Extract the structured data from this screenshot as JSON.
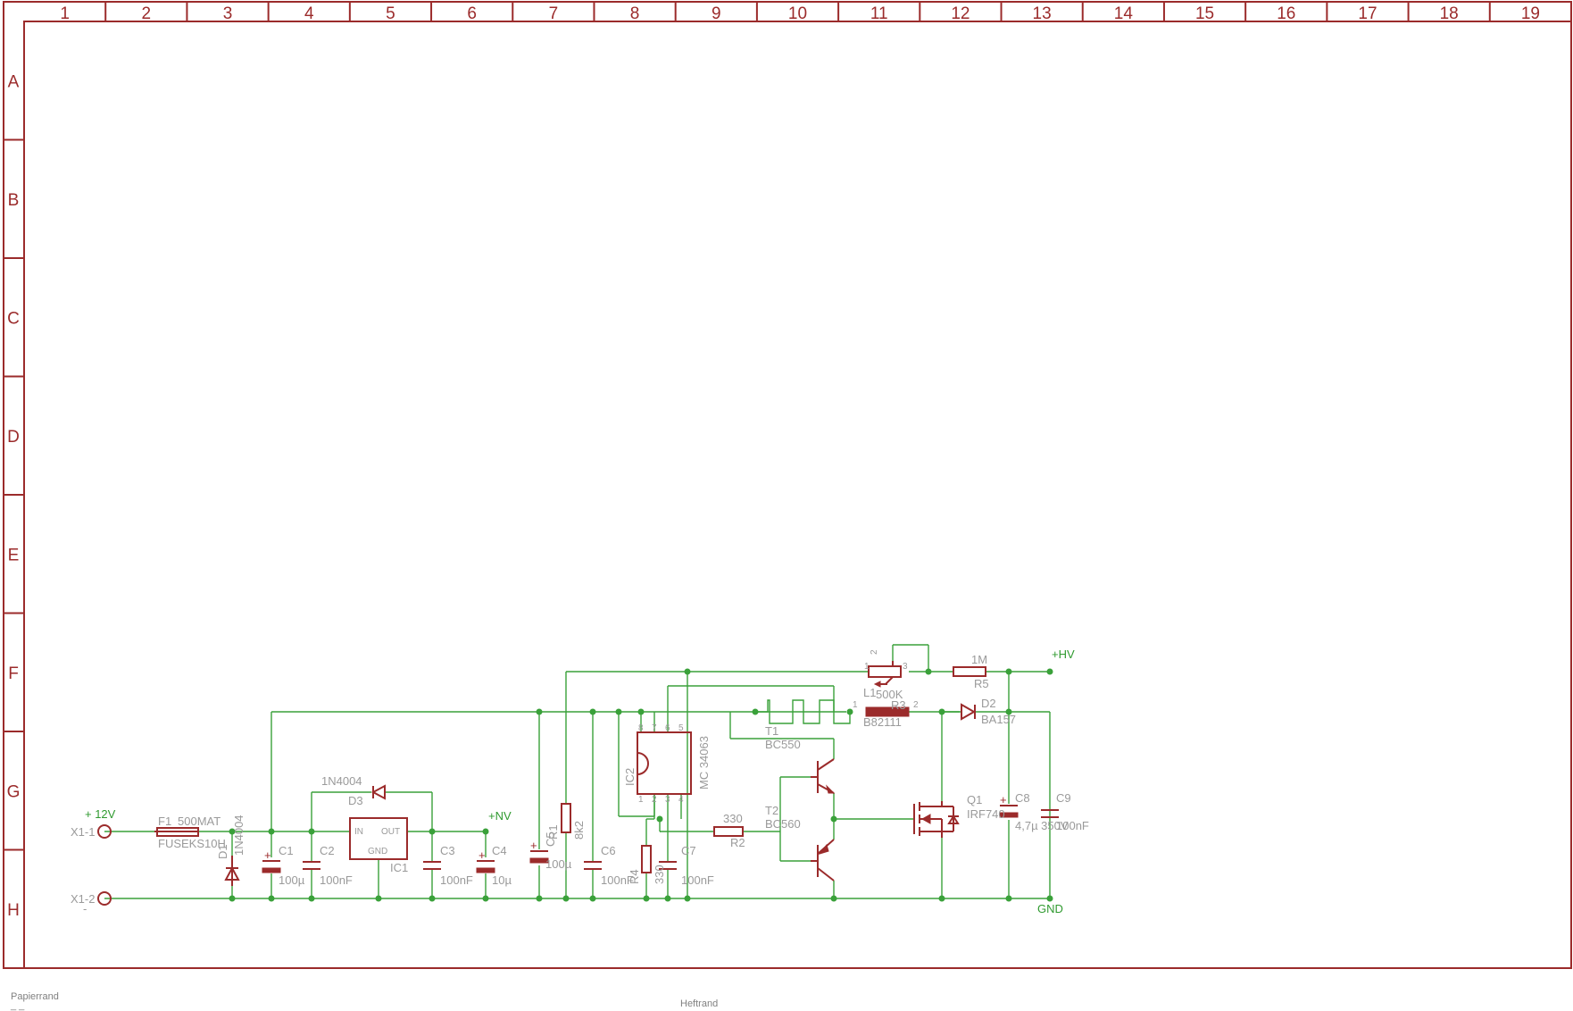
{
  "frame": {
    "columns": [
      "1",
      "2",
      "3",
      "4",
      "5",
      "6",
      "7",
      "8",
      "9",
      "10",
      "11",
      "12",
      "13",
      "14",
      "15",
      "16",
      "17",
      "18",
      "19"
    ],
    "rows": [
      "A",
      "B",
      "C",
      "D",
      "E",
      "F",
      "G",
      "H"
    ],
    "paper_edge_label": "Papierrand",
    "binding_edge_label": "Heftrand",
    "color": "#9b2b2b"
  },
  "colors": {
    "wire": "#3aa13a",
    "symbol": "#9b2b2b",
    "text": "#9a9a9a"
  },
  "nets": {
    "vin": "+ 12V",
    "nv": "+NV",
    "hv": "+HV",
    "gnd": "GND"
  },
  "connectors": {
    "x1_1": "X1-1",
    "x1_2": "X1-2",
    "x1_2_sign": "-"
  },
  "components": {
    "f1_name": "F1",
    "f1_value": "500MAT",
    "f1_package": "FUSEKS10H",
    "d1_name": "D1",
    "d1_value": "1N4004",
    "d3_name": "D3",
    "d3_value": "1N4004",
    "c1_name": "C1",
    "c1_value": "100µ",
    "c2_name": "C2",
    "c2_value": "100nF",
    "ic1_name": "IC1",
    "ic1_in": "IN",
    "ic1_out": "OUT",
    "ic1_gnd": "GND",
    "c3_name": "C3",
    "c3_value": "100nF",
    "c4_name": "C4",
    "c4_value": "10µ",
    "c5_name": "C5",
    "c5_value": "100µ",
    "r1_name": "R1",
    "r1_value": "8k2",
    "c6_name": "C6",
    "c6_value": "100nF",
    "ic2_name": "IC2",
    "ic2_value": "MC 34063",
    "r4_name": "R4",
    "r4_value": "330",
    "c7_name": "C7",
    "c7_value": "100nF",
    "r2_name": "R2",
    "r2_value": "330",
    "t1_name": "T1",
    "t1_value": "BC550",
    "t2_name": "T2",
    "t2_value": "BC560",
    "r3_name": "R3",
    "r3_value": "500K",
    "l1_name": "L1",
    "l1_value": "B82111",
    "d2_name": "D2",
    "d2_value": "BA157",
    "r5_name": "R5",
    "r5_value": "1M",
    "q1_name": "Q1",
    "q1_value": "IRF740",
    "c8_name": "C8",
    "c8_value": "4,7µ 350V",
    "c9_name": "C9",
    "c9_value": "100nF"
  },
  "pins": {
    "ic2_top": [
      "8",
      "7",
      "6",
      "5"
    ],
    "ic2_bottom": [
      "1",
      "2",
      "3",
      "4"
    ],
    "pot": [
      "1",
      "2",
      "3"
    ],
    "coil": [
      "1",
      "2"
    ]
  }
}
